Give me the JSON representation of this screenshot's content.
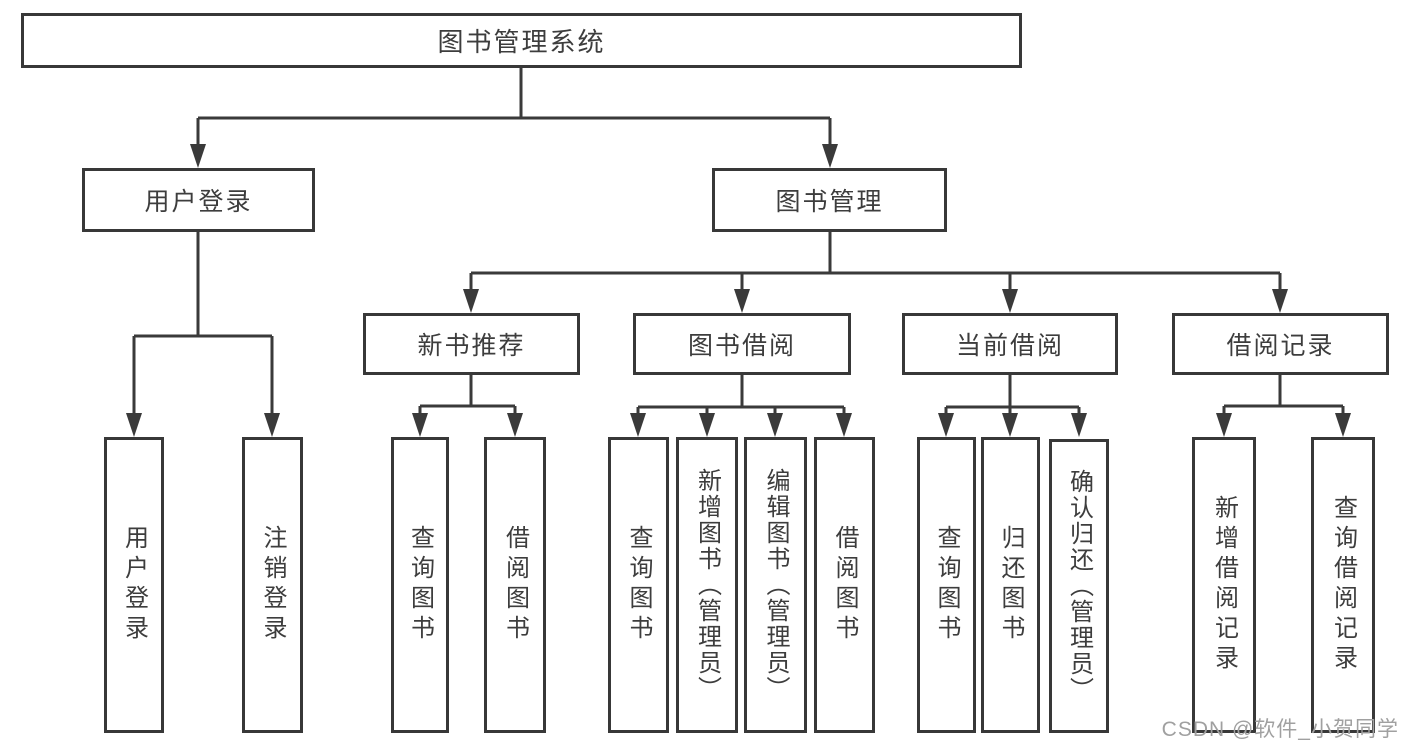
{
  "colors": {
    "line": "#3a3a3a",
    "box_border": "#383838",
    "text": "#3d3d3d",
    "background": "#ffffff",
    "watermark": "#a0a0a0"
  },
  "watermark": {
    "text": "CSDN @软件_小贺同学"
  },
  "tree": {
    "label": "图书管理系统",
    "children": [
      {
        "label": "用户登录",
        "children": [
          {
            "label": "用户登录"
          },
          {
            "label": "注销登录"
          }
        ]
      },
      {
        "label": "图书管理",
        "children": [
          {
            "label": "新书推荐",
            "children": [
              {
                "label": "查询图书"
              },
              {
                "label": "借阅图书"
              }
            ]
          },
          {
            "label": "图书借阅",
            "children": [
              {
                "label": "查询图书"
              },
              {
                "label": "新增图书（管理员）"
              },
              {
                "label": "编辑图书（管理员）"
              },
              {
                "label": "借阅图书"
              }
            ]
          },
          {
            "label": "当前借阅",
            "children": [
              {
                "label": "查询图书"
              },
              {
                "label": "归还图书"
              },
              {
                "label": "确认归还（管理员）"
              }
            ]
          },
          {
            "label": "借阅记录",
            "children": [
              {
                "label": "新增借阅记录"
              },
              {
                "label": "查询借阅记录"
              }
            ]
          }
        ]
      }
    ]
  }
}
